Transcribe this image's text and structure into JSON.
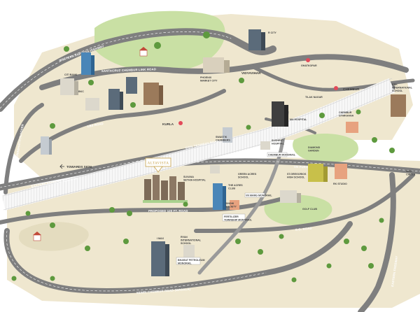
{
  "project": {
    "logo_text": "ALTAVISTA"
  },
  "roads": {
    "western_express_highway": "WESTERN EXPRESS HIGHWAY",
    "santacruz_chembur_link_road": "SANTACRUZ CHEMBUR LINK ROAD",
    "lbs_road": "LBS ROAD",
    "bkc_chunabhatti_flyover": "BKC - CHUNABHATTI FLYOVER",
    "eastern_express_highway": "EASTERN EXPRESS HIGHWAY",
    "vn_purav_marg": "VN PURAV MARG",
    "sion_trombay_road": "SION TROMBAY ROAD",
    "proposed_road": "PROPOSED 120 FT. ROAD",
    "cg_road": "C.G. ROAD",
    "sewri_chembur_road": "SEWRI CHEMBUR ROAD (WADALA)",
    "eastern_freeway": "EASTERN FREEWAY",
    "vidyavihar": "VIDYAVIHAR",
    "towards_sion": "TOWARDS SION"
  },
  "stations": {
    "kurla": "KURLA",
    "ghatkopar": "GHATKOPAR",
    "chembur": "CHEMBUR"
  },
  "landmarks": {
    "r_city": "R CITY",
    "citi_bank": "CITI BANK",
    "bkc": "BKC",
    "phoenix_market_city": "PHOENIX\nMARKET CITY",
    "tilak_nagar": "TILAK NAGAR",
    "rbk_school": "RBK\nINTERNATIONAL\nSCHOOL",
    "ma_hospital": "MA HOSPITAL",
    "chembur_gymkhana": "CHEMBUR\nGYMKHANA",
    "swastik_chambers": "SWASTIK\nCHAMBERS",
    "sushrut_hospital": "SUSHRUT\nHOSPITAL",
    "diamond_garden": "DIAMOND\nGARDEN",
    "chembur_monorail": "CHEMBUR MONORAIL",
    "green_acres_school": "GREEN ACRES\nSCHOOL",
    "st_gregorios": "ST.GREGORIOS\nHIGH SCHOOL",
    "rk_studio": "RK STUDIO",
    "suvana_sethia_hospital": "SUVANA\nSETHIA HOSPITAL",
    "acres_club": "THE ACRES\nCLUB",
    "sindhi_society": "SINDHI\nSOCIETY",
    "vn_marg_monorail": "VN MARG MONORAIL",
    "golf_club": "GOLF CLUB",
    "fertilizer_monorail": "FERTILIZER\nTOWNSHIP MONORAIL",
    "imax": "I MAX",
    "ryan_school": "RYAN\nINTERNATIONAL\nSCHOOL",
    "bpcl_monorail": "BHARAT PETROLEUM\nMONORAIL",
    "sion_circle": "SION\nCIRCLE"
  },
  "colors": {
    "land": "#efe7cf",
    "park": "#c9e0a4",
    "road": "#7f7f7f",
    "road_edge": "#ffffff",
    "rail": "#f4f4f4",
    "accent": "#c8a24a"
  }
}
